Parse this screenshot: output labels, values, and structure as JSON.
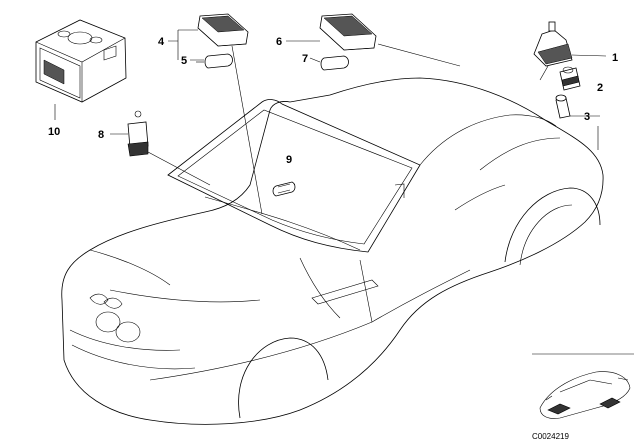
{
  "callouts": {
    "c1": "1",
    "c2": "2",
    "c3": "3",
    "c4": "4",
    "c5": "5",
    "c6": "6",
    "c7": "7",
    "c8": "8",
    "c9": "9",
    "c10": "10"
  },
  "document_number": "C0024219"
}
